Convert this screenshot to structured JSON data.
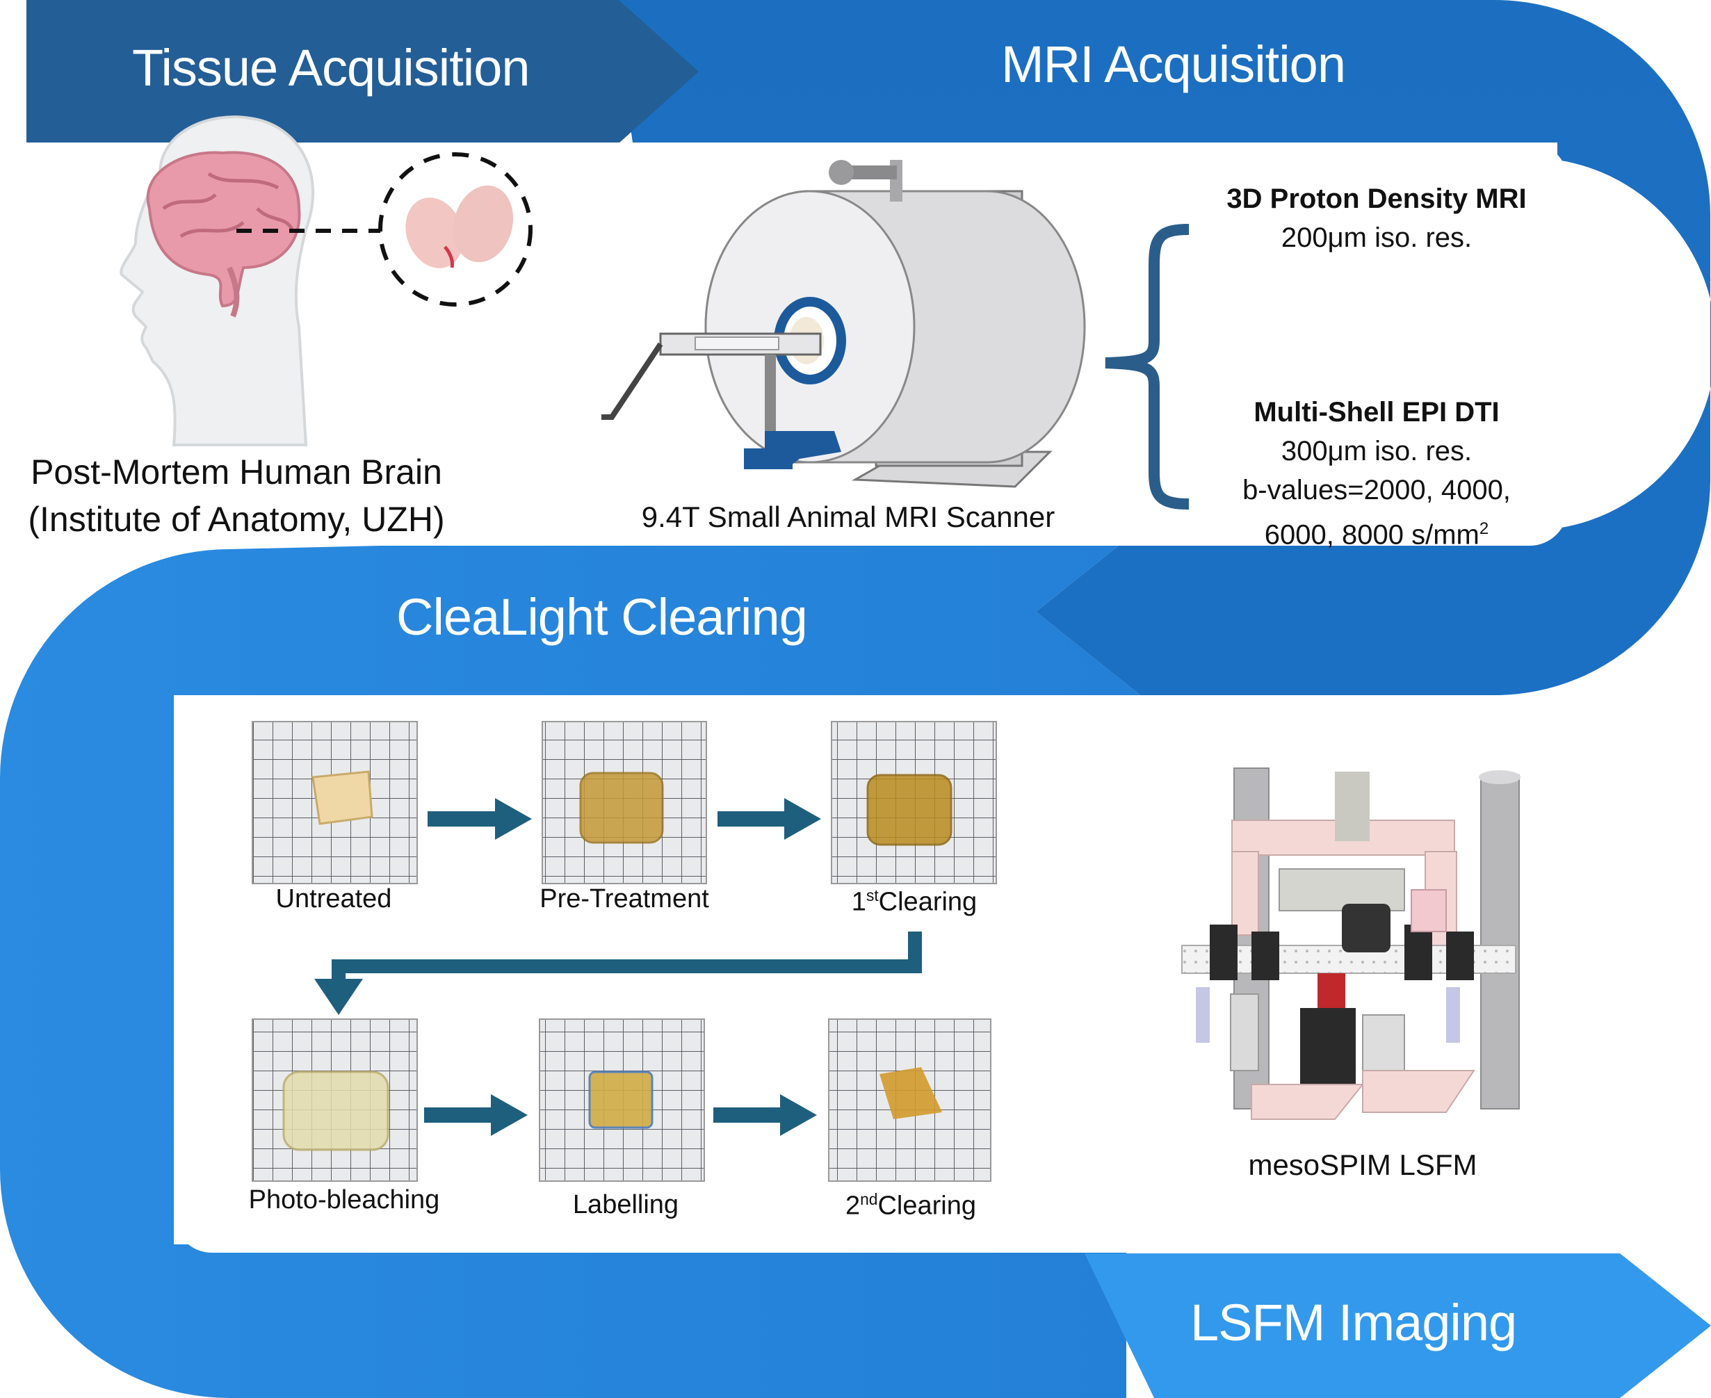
{
  "stages": {
    "tissue": "Tissue Acquisition",
    "mri": "MRI Acquisition",
    "clearing": "CleaLight Clearing",
    "lsfm": "LSFM Imaging"
  },
  "tissue_panel": {
    "caption_line1": "Post-Mortem Human Brain",
    "caption_line2": "(Institute of Anatomy, UZH)"
  },
  "mri_panel": {
    "scanner_caption": "9.4T Small Animal MRI Scanner",
    "protocol1_title": "3D Proton Density MRI",
    "protocol1_res": "200μm iso. res.",
    "protocol2_title": "Multi-Shell EPI DTI",
    "protocol2_res": "300μm iso. res.",
    "protocol2_bvalues_line1": "b-values=2000,  4000,",
    "protocol2_bvalues_line2_pre": "6000, 8000 s/mm",
    "protocol2_bvalues_sup": "2"
  },
  "clearing_steps": {
    "s1": "Untreated",
    "s2": "Pre-Treatment",
    "s3_sup": "st",
    "s3_pre": "1",
    "s3_post": "Clearing",
    "s4": "Photo-bleaching",
    "s5": "Labelling",
    "s6_pre": "2",
    "s6_sup": "nd",
    "s6_post": "Clearing"
  },
  "lsfm_panel": {
    "caption": "mesoSPIM LSFM"
  },
  "colors": {
    "band_dark": "#235e96",
    "band_mid": "#1f74c4",
    "band_light": "#2d8de0",
    "band_lighter": "#3398ea",
    "arrow": "#1e5f7e",
    "bracket": "#2a5d8a"
  }
}
